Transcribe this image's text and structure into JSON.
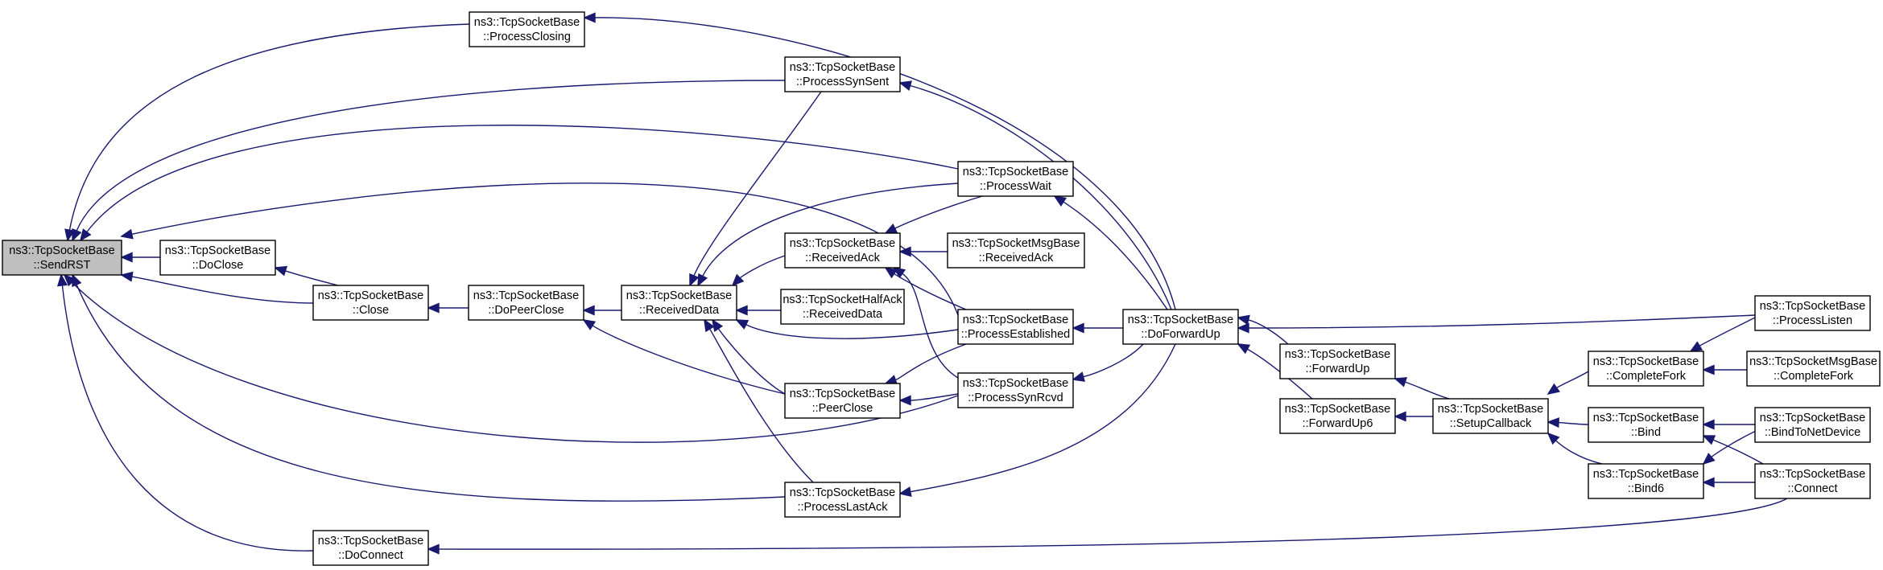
{
  "graph": {
    "edge_color": "#191970",
    "highlight_fill": "#bfbfbf",
    "nodes": [
      {
        "id": "SendRST",
        "line1": "ns3::TcpSocketBase",
        "line2": "::SendRST",
        "highlight": true
      },
      {
        "id": "ProcessClosing",
        "line1": "ns3::TcpSocketBase",
        "line2": "::ProcessClosing"
      },
      {
        "id": "ProcessSynSent",
        "line1": "ns3::TcpSocketBase",
        "line2": "::ProcessSynSent"
      },
      {
        "id": "ProcessWait",
        "line1": "ns3::TcpSocketBase",
        "line2": "::ProcessWait"
      },
      {
        "id": "DoClose",
        "line1": "ns3::TcpSocketBase",
        "line2": "::DoClose"
      },
      {
        "id": "Close",
        "line1": "ns3::TcpSocketBase",
        "line2": "::Close"
      },
      {
        "id": "DoPeerClose",
        "line1": "ns3::TcpSocketBase",
        "line2": "::DoPeerClose"
      },
      {
        "id": "ReceivedData",
        "line1": "ns3::TcpSocketBase",
        "line2": "::ReceivedData"
      },
      {
        "id": "ReceivedAck",
        "line1": "ns3::TcpSocketBase",
        "line2": "::ReceivedAck"
      },
      {
        "id": "MsgReceivedAck",
        "line1": "ns3::TcpSocketMsgBase",
        "line2": "::ReceivedAck"
      },
      {
        "id": "HalfAckReceivedData",
        "line1": "ns3::TcpSocketHalfAck",
        "line2": "::ReceivedData"
      },
      {
        "id": "ProcessEstablished",
        "line1": "ns3::TcpSocketBase",
        "line2": "::ProcessEstablished"
      },
      {
        "id": "PeerClose",
        "line1": "ns3::TcpSocketBase",
        "line2": "::PeerClose"
      },
      {
        "id": "ProcessSynRcvd",
        "line1": "ns3::TcpSocketBase",
        "line2": "::ProcessSynRcvd"
      },
      {
        "id": "ProcessLastAck",
        "line1": "ns3::TcpSocketBase",
        "line2": "::ProcessLastAck"
      },
      {
        "id": "DoConnect",
        "line1": "ns3::TcpSocketBase",
        "line2": "::DoConnect"
      },
      {
        "id": "DoForwardUp",
        "line1": "ns3::TcpSocketBase",
        "line2": "::DoForwardUp"
      },
      {
        "id": "ForwardUp",
        "line1": "ns3::TcpSocketBase",
        "line2": "::ForwardUp"
      },
      {
        "id": "ForwardUp6",
        "line1": "ns3::TcpSocketBase",
        "line2": "::ForwardUp6"
      },
      {
        "id": "SetupCallback",
        "line1": "ns3::TcpSocketBase",
        "line2": "::SetupCallback"
      },
      {
        "id": "CompleteFork",
        "line1": "ns3::TcpSocketBase",
        "line2": "::CompleteFork"
      },
      {
        "id": "Bind",
        "line1": "ns3::TcpSocketBase",
        "line2": "::Bind"
      },
      {
        "id": "Bind6",
        "line1": "ns3::TcpSocketBase",
        "line2": "::Bind6"
      },
      {
        "id": "ProcessListen",
        "line1": "ns3::TcpSocketBase",
        "line2": "::ProcessListen"
      },
      {
        "id": "MsgCompleteFork",
        "line1": "ns3::TcpSocketMsgBase",
        "line2": "::CompleteFork"
      },
      {
        "id": "BindToNetDevice",
        "line1": "ns3::TcpSocketBase",
        "line2": "::BindToNetDevice"
      },
      {
        "id": "Connect",
        "line1": "ns3::TcpSocketBase",
        "line2": "::Connect"
      }
    ],
    "edges": [
      {
        "from": "ProcessClosing",
        "to": "SendRST"
      },
      {
        "from": "ProcessSynSent",
        "to": "SendRST"
      },
      {
        "from": "ProcessWait",
        "to": "SendRST"
      },
      {
        "from": "ProcessEstablished",
        "to": "SendRST"
      },
      {
        "from": "DoClose",
        "to": "SendRST"
      },
      {
        "from": "Close",
        "to": "SendRST"
      },
      {
        "from": "ProcessSynRcvd",
        "to": "SendRST"
      },
      {
        "from": "ProcessLastAck",
        "to": "SendRST"
      },
      {
        "from": "DoConnect",
        "to": "SendRST"
      },
      {
        "from": "Close",
        "to": "DoClose"
      },
      {
        "from": "DoPeerClose",
        "to": "Close"
      },
      {
        "from": "ReceivedData",
        "to": "DoPeerClose"
      },
      {
        "from": "PeerClose",
        "to": "DoPeerClose"
      },
      {
        "from": "ReceivedAck",
        "to": "ReceivedData"
      },
      {
        "from": "HalfAckReceivedData",
        "to": "ReceivedData"
      },
      {
        "from": "ProcessEstablished",
        "to": "ReceivedData"
      },
      {
        "from": "PeerClose",
        "to": "ReceivedData"
      },
      {
        "from": "ProcessSynSent",
        "to": "ReceivedData"
      },
      {
        "from": "ProcessWait",
        "to": "ReceivedData"
      },
      {
        "from": "ProcessLastAck",
        "to": "ReceivedData"
      },
      {
        "from": "ProcessWait",
        "to": "ReceivedAck"
      },
      {
        "from": "MsgReceivedAck",
        "to": "ReceivedAck"
      },
      {
        "from": "ProcessEstablished",
        "to": "ReceivedAck"
      },
      {
        "from": "ProcessSynRcvd",
        "to": "ReceivedAck"
      },
      {
        "from": "ProcessEstablished",
        "to": "PeerClose"
      },
      {
        "from": "ProcessSynRcvd",
        "to": "PeerClose"
      },
      {
        "from": "DoForwardUp",
        "to": "ProcessClosing"
      },
      {
        "from": "DoForwardUp",
        "to": "ProcessSynSent"
      },
      {
        "from": "DoForwardUp",
        "to": "ProcessWait"
      },
      {
        "from": "DoForwardUp",
        "to": "ProcessEstablished"
      },
      {
        "from": "DoForwardUp",
        "to": "ProcessSynRcvd"
      },
      {
        "from": "DoForwardUp",
        "to": "ProcessLastAck"
      },
      {
        "from": "ForwardUp",
        "to": "DoForwardUp"
      },
      {
        "from": "ForwardUp6",
        "to": "DoForwardUp"
      },
      {
        "from": "ProcessListen",
        "to": "DoForwardUp"
      },
      {
        "from": "SetupCallback",
        "to": "ForwardUp"
      },
      {
        "from": "SetupCallback",
        "to": "ForwardUp6"
      },
      {
        "from": "CompleteFork",
        "to": "SetupCallback"
      },
      {
        "from": "Bind",
        "to": "SetupCallback"
      },
      {
        "from": "Bind6",
        "to": "SetupCallback"
      },
      {
        "from": "ProcessListen",
        "to": "CompleteFork"
      },
      {
        "from": "MsgCompleteFork",
        "to": "CompleteFork"
      },
      {
        "from": "BindToNetDevice",
        "to": "Bind"
      },
      {
        "from": "Connect",
        "to": "Bind"
      },
      {
        "from": "BindToNetDevice",
        "to": "Bind6"
      },
      {
        "from": "Connect",
        "to": "Bind6"
      },
      {
        "from": "Connect",
        "to": "DoConnect"
      }
    ]
  }
}
